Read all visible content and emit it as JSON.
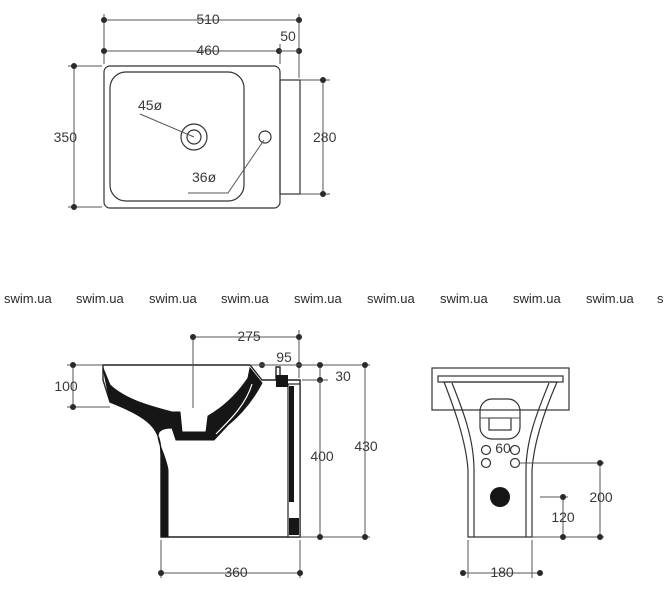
{
  "watermark": {
    "text": "swim.ua",
    "repeats": [
      "swim.ua",
      "swim.ua",
      "swim.ua",
      "swim.ua",
      "swim.ua",
      "swim.ua",
      "swim.ua",
      "swim.ua",
      "swim.ua"
    ],
    "cut_text": "s"
  },
  "top_view": {
    "width_total": "510",
    "width_basin": "460",
    "offset": "50",
    "depth_total": "350",
    "depth_basin": "280",
    "drain_diameter": "45ø",
    "tap_hole_diameter": "36ø"
  },
  "side_view": {
    "drain_offset": "275",
    "rim_width": "95",
    "rim_height": "30",
    "bowl_depth": "100",
    "pedestal_height": "400",
    "total_height": "430",
    "base_width": "360"
  },
  "rear_view": {
    "hole_spacing": "60",
    "hole_height": "200",
    "outlet_height": "120",
    "base_width": "180"
  }
}
